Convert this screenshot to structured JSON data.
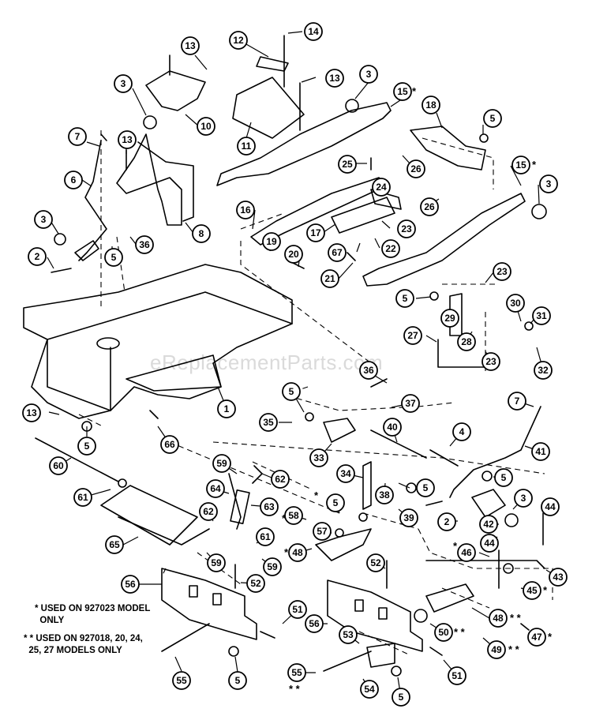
{
  "watermark": "eReplacementParts.com",
  "notes": {
    "single_star": "* USED ON 927023 MODEL\n  ONLY",
    "double_star": "* * USED ON 927018, 20, 24,\n  25, 27 MODELS ONLY"
  },
  "star_marks": {
    "single": "*",
    "double": "* *"
  },
  "callouts": [
    {
      "id": "c14",
      "label": "14"
    },
    {
      "id": "c12",
      "label": "12"
    },
    {
      "id": "c13a",
      "label": "13"
    },
    {
      "id": "c13b",
      "label": "13"
    },
    {
      "id": "c3a",
      "label": "3"
    },
    {
      "id": "c10",
      "label": "10"
    },
    {
      "id": "c11",
      "label": "11"
    },
    {
      "id": "c3b",
      "label": "3"
    },
    {
      "id": "c15a",
      "label": "15"
    },
    {
      "id": "c18",
      "label": "18"
    },
    {
      "id": "c5a",
      "label": "5"
    },
    {
      "id": "c7a",
      "label": "7"
    },
    {
      "id": "c13c",
      "label": "13"
    },
    {
      "id": "c25",
      "label": "25"
    },
    {
      "id": "c26a",
      "label": "26"
    },
    {
      "id": "c15b",
      "label": "15"
    },
    {
      "id": "c6",
      "label": "6"
    },
    {
      "id": "c24",
      "label": "24"
    },
    {
      "id": "c26b",
      "label": "26"
    },
    {
      "id": "c3c",
      "label": "3"
    },
    {
      "id": "c16",
      "label": "16"
    },
    {
      "id": "c8",
      "label": "8"
    },
    {
      "id": "c3d",
      "label": "3"
    },
    {
      "id": "c36a",
      "label": "36"
    },
    {
      "id": "c17",
      "label": "17"
    },
    {
      "id": "c23a",
      "label": "23"
    },
    {
      "id": "c19",
      "label": "19"
    },
    {
      "id": "c2a",
      "label": "2"
    },
    {
      "id": "c5b",
      "label": "5"
    },
    {
      "id": "c20",
      "label": "20"
    },
    {
      "id": "c67",
      "label": "67"
    },
    {
      "id": "c22",
      "label": "22"
    },
    {
      "id": "c21",
      "label": "21"
    },
    {
      "id": "c23b",
      "label": "23"
    },
    {
      "id": "c5c",
      "label": "5"
    },
    {
      "id": "c30",
      "label": "30"
    },
    {
      "id": "c29",
      "label": "29"
    },
    {
      "id": "c31",
      "label": "31"
    },
    {
      "id": "c27",
      "label": "27"
    },
    {
      "id": "c28",
      "label": "28"
    },
    {
      "id": "c23c",
      "label": "23"
    },
    {
      "id": "c32",
      "label": "32"
    },
    {
      "id": "c36b",
      "label": "36"
    },
    {
      "id": "c5d",
      "label": "5"
    },
    {
      "id": "c37",
      "label": "37"
    },
    {
      "id": "c13d",
      "label": "13"
    },
    {
      "id": "c1",
      "label": "1"
    },
    {
      "id": "c7b",
      "label": "7"
    },
    {
      "id": "c35",
      "label": "35"
    },
    {
      "id": "c5e",
      "label": "5"
    },
    {
      "id": "c40",
      "label": "40"
    },
    {
      "id": "c66",
      "label": "66"
    },
    {
      "id": "c4",
      "label": "4"
    },
    {
      "id": "c33",
      "label": "33"
    },
    {
      "id": "c41",
      "label": "41"
    },
    {
      "id": "c60",
      "label": "60"
    },
    {
      "id": "c59a",
      "label": "59"
    },
    {
      "id": "c62a",
      "label": "62"
    },
    {
      "id": "c34",
      "label": "34"
    },
    {
      "id": "c38",
      "label": "38"
    },
    {
      "id": "c5f",
      "label": "5"
    },
    {
      "id": "c5g",
      "label": "5"
    },
    {
      "id": "c64",
      "label": "64"
    },
    {
      "id": "c61a",
      "label": "61"
    },
    {
      "id": "c63",
      "label": "63"
    },
    {
      "id": "c5h",
      "label": "5"
    },
    {
      "id": "c39",
      "label": "39"
    },
    {
      "id": "c3e",
      "label": "3"
    },
    {
      "id": "c44a",
      "label": "44"
    },
    {
      "id": "c62b",
      "label": "62"
    },
    {
      "id": "c58",
      "label": "58"
    },
    {
      "id": "c2b",
      "label": "2"
    },
    {
      "id": "c42",
      "label": "42"
    },
    {
      "id": "c44b",
      "label": "44"
    },
    {
      "id": "c57",
      "label": "57"
    },
    {
      "id": "c65",
      "label": "65"
    },
    {
      "id": "c61b",
      "label": "61"
    },
    {
      "id": "c48a",
      "label": "48"
    },
    {
      "id": "c46",
      "label": "46"
    },
    {
      "id": "c59b",
      "label": "59"
    },
    {
      "id": "c59c",
      "label": "59"
    },
    {
      "id": "c52a",
      "label": "52"
    },
    {
      "id": "c43",
      "label": "43"
    },
    {
      "id": "c56a",
      "label": "56"
    },
    {
      "id": "c52b",
      "label": "52"
    },
    {
      "id": "c45",
      "label": "45"
    },
    {
      "id": "c51a",
      "label": "51"
    },
    {
      "id": "c48b",
      "label": "48"
    },
    {
      "id": "c56b",
      "label": "56"
    },
    {
      "id": "c50",
      "label": "50"
    },
    {
      "id": "c47",
      "label": "47"
    },
    {
      "id": "c53",
      "label": "53"
    },
    {
      "id": "c49",
      "label": "49"
    },
    {
      "id": "c51b",
      "label": "51"
    },
    {
      "id": "c55a",
      "label": "55"
    },
    {
      "id": "c5i",
      "label": "5"
    },
    {
      "id": "c55b",
      "label": "55"
    },
    {
      "id": "c54",
      "label": "54"
    },
    {
      "id": "c5j",
      "label": "5"
    }
  ]
}
